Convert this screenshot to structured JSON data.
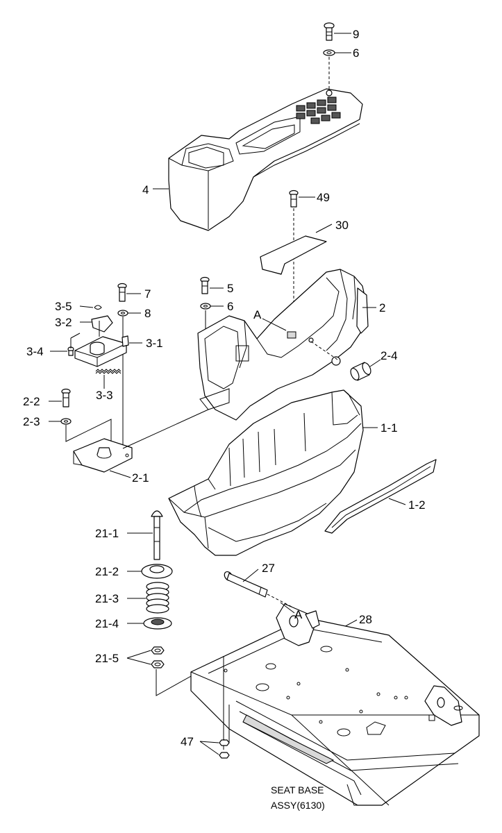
{
  "callouts": {
    "p9": "9",
    "p6_top": "6",
    "p4": "4",
    "p49": "49",
    "p30": "30",
    "p7": "7",
    "p5": "5",
    "p8": "8",
    "p6_mid": "6",
    "p2": "2",
    "pA_upper": "A",
    "p3_5": "3-5",
    "p3_2": "3-2",
    "p3_4": "3-4",
    "p3_1": "3-1",
    "p3_3": "3-3",
    "p2_4": "2-4",
    "p2_2": "2-2",
    "p2_3": "2-3",
    "p1_1": "1-1",
    "p2_1": "2-1",
    "p1_2": "1-2",
    "p21_1": "21-1",
    "p21_2": "21-2",
    "p27": "27",
    "p21_3": "21-3",
    "pA_lower": "A",
    "p28": "28",
    "p21_4": "21-4",
    "p21_5": "21-5",
    "p47": "47"
  },
  "caption": {
    "line1": "SEAT BASE",
    "line2": "ASSY(6130)"
  }
}
